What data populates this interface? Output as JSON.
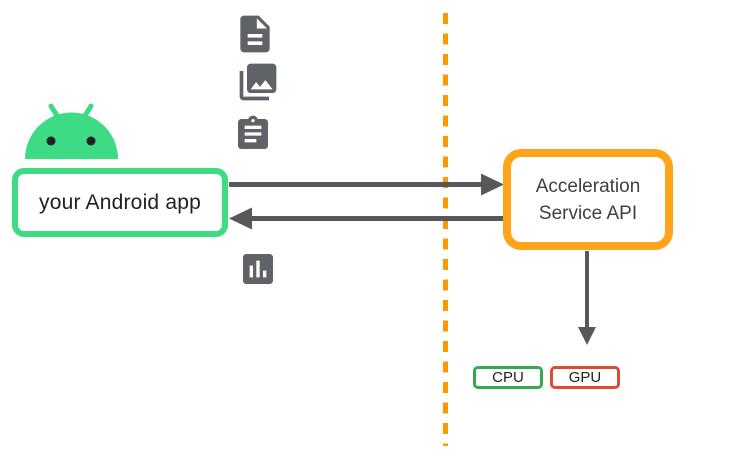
{
  "diagram": {
    "title": "Acceleration Service architecture diagram",
    "app_box": {
      "label": "your Android app",
      "border_color": "#3DDC84"
    },
    "service_box": {
      "label_line1": "Acceleration",
      "label_line2": "Service API",
      "border_color": "#FFA31A"
    },
    "badges": [
      {
        "label": "CPU",
        "border_color": "#34A853"
      },
      {
        "label": "GPU",
        "border_color": "#DC4B33"
      }
    ],
    "icons": [
      {
        "name": "document-icon"
      },
      {
        "name": "photo-library-icon"
      },
      {
        "name": "clipboard-icon"
      },
      {
        "name": "bar-chart-icon"
      }
    ],
    "colors": {
      "android_green": "#3DDC84",
      "divider_orange": "#FF9800",
      "arrow_gray": "#58585A",
      "icon_gray": "#5F6368",
      "text_dark": "#202124"
    }
  }
}
